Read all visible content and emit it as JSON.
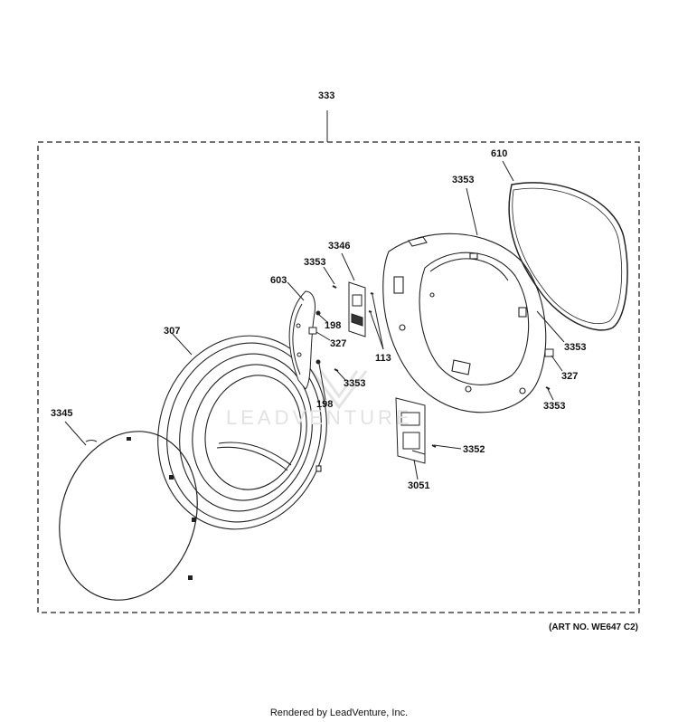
{
  "callouts": {
    "c333": "333",
    "c610": "610",
    "c3353_top": "3353",
    "c3346": "3346",
    "c3353_mid": "3353",
    "c603": "603",
    "c198_a": "198",
    "c327_a": "327",
    "c307": "307",
    "c113": "113",
    "c3353_low": "3353",
    "c198_b": "198",
    "c3345": "3345",
    "c3353_right": "3353",
    "c327_b": "327",
    "c3353_right2": "3353",
    "c3352": "3352",
    "c3051": "3051"
  },
  "art_number": "(ART NO. WE647 C2)",
  "watermark": "LEADVENTURE",
  "footer": "Rendered by LeadVenture, Inc.",
  "icons": {
    "watermark_logo": "leadventure-logo-icon"
  }
}
